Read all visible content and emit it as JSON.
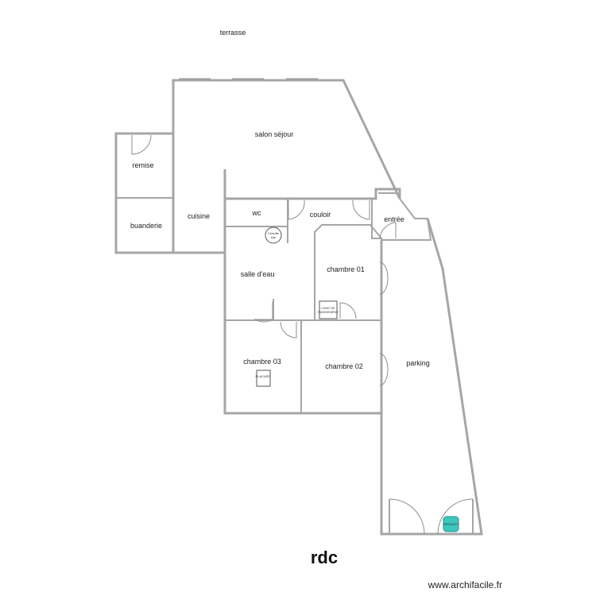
{
  "plan": {
    "title": "rdc",
    "credit": "www.archifacile.fr",
    "outside": {
      "terrace": "terrasse"
    },
    "rooms": {
      "salon_sejour": "salon séjour",
      "remise": "remise",
      "buanderie": "buanderie",
      "cuisine": "cuisine",
      "wc": "wc",
      "couloir": "couloir",
      "entree": "entrée",
      "salle_eau": "salle d'eau",
      "chambre_01": "chambre 01",
      "chambre_02": "chambre 02",
      "chambre_03": "chambre 03",
      "parking": "parking"
    },
    "fixtures": {
      "chauffe_eau_line1": "Chauffe",
      "chauffe_eau_line2": "eau",
      "placard_label_line1": "CAVE DE",
      "placard_label_line2": "RANGEMENT",
      "chambre03_fixture": "PLACARD",
      "parking_fixture": "PARQUET"
    },
    "colors": {
      "wall": "#a6a6a6",
      "fixture_teal": "#3cc7be"
    }
  }
}
